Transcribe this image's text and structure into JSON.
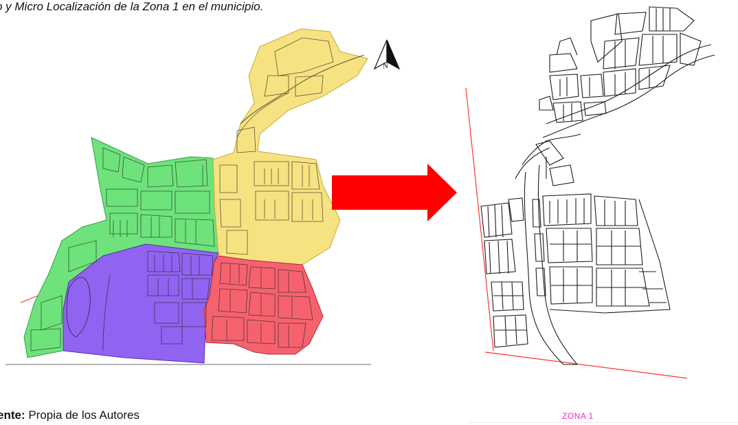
{
  "figure": {
    "caption": "o y Micro Localización de la Zona 1 en el municipio.",
    "source_label": "ente:",
    "source_text": " Propia de los Autores",
    "north_letter": "N",
    "zone_label": "ZONA 1"
  },
  "colors": {
    "zone_green": "#5ee06e",
    "zone_yellow": "#f7e07a",
    "zone_purple": "#8a5cf0",
    "zone_red": "#f45a66",
    "arrow": "#ff0000",
    "boundary": "#ff3333",
    "streets": "#1a1a1a",
    "zone_label": "#ee22cc"
  }
}
